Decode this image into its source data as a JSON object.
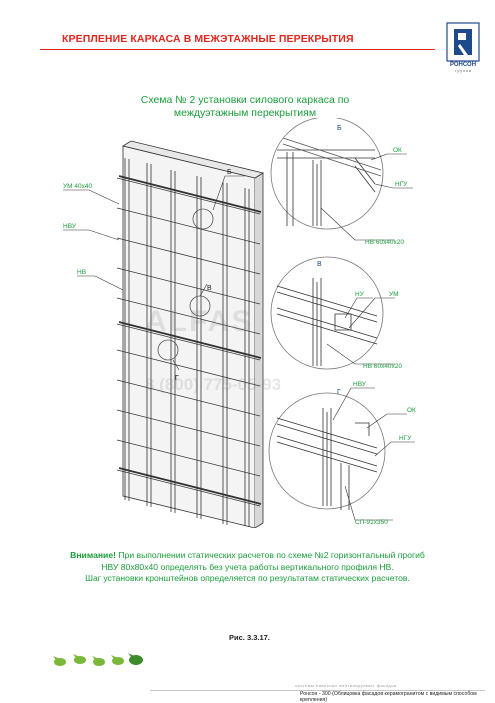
{
  "header": {
    "title": "КРЕПЛЕНИЕ КАРКАСА В МЕЖЭТАЖНЫЕ ПЕРЕКРЫТИЯ",
    "logo_text": "РОНСОН",
    "logo_sub": "г р у п п а"
  },
  "scheme": {
    "title_line1": "Схема № 2   установки силового каркаса по",
    "title_line2": "междуэтажным перекрытиям"
  },
  "labels": {
    "um_40x40": "УМ 40х40",
    "nvu": "НВУ",
    "nv": "НВ",
    "b": "Б",
    "v": "В",
    "g": "Г",
    "ok": "ОК",
    "ngu": "НГУ",
    "nv_60x40x20": "НВ 60х40х20",
    "nu": "НУ",
    "um": "УМ",
    "sp": "СП-91х350"
  },
  "watermark": {
    "brand": "ALFAS",
    "phone": "8 (800) 775-05-93"
  },
  "note": {
    "line1_prefix": "Внимание!",
    "line1_rest": "  При выполнении статических расчетов по схеме №2 горизонтальный прогиб",
    "line2": "НВУ 80х80х40  определять без учета работы  вертикального профиля НВ.",
    "line3": "Шаг установки кронштейнов определяется по результатам статических расчетов."
  },
  "figure": {
    "caption": "Рис. 3.3.17."
  },
  "footer": {
    "series_text": "системы навесных вентилируемых фасадов",
    "right_text": "Ронсон - 300 (Облицовка фасадов керамогранитом с видимым способом крепления)"
  },
  "colors": {
    "accent_red": "#e3261d",
    "green": "#1a9e3a",
    "logo_blue": "#1e4a8c"
  }
}
